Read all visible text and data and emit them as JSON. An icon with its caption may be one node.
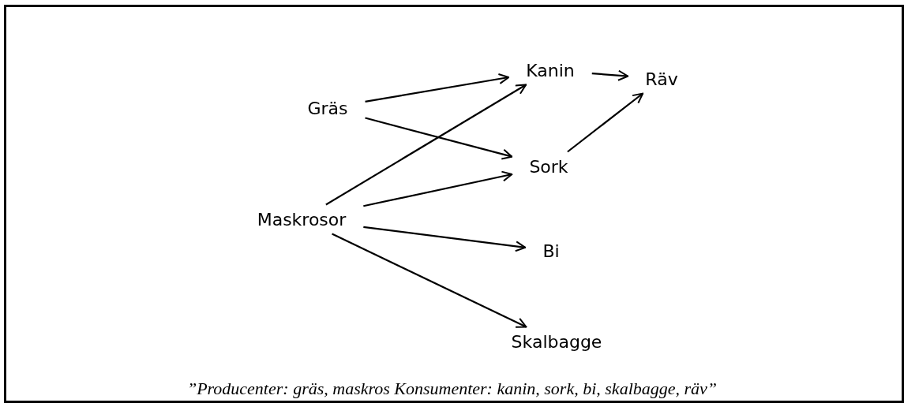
{
  "diagram": {
    "caption": "”Producenter: gräs, maskros Konsumenter: kanin, sork, bi, skalbagge, räv”",
    "nodes": [
      {
        "text": [
          "Gräs"
        ]
      },
      {
        "text": [
          "Kanin"
        ]
      },
      {
        "text": [
          "Räv"
        ]
      },
      {
        "text": [
          "Sork"
        ]
      },
      {
        "text": [
          "Maskrosor"
        ]
      },
      {
        "text": [
          "Bi"
        ]
      },
      {
        "text": [
          "Skalbagge"
        ]
      }
    ],
    "edges": [
      {
        "from": 0,
        "to": 1,
        "arrow": "to"
      },
      {
        "from": 0,
        "to": 3,
        "arrow": "to"
      },
      {
        "from": 4,
        "to": 1,
        "arrow": "to"
      },
      {
        "from": 4,
        "to": 3,
        "arrow": "to"
      },
      {
        "from": 4,
        "to": 5,
        "arrow": "to"
      },
      {
        "from": 4,
        "to": 6,
        "arrow": "to"
      },
      {
        "from": 1,
        "to": 2,
        "arrow": "to"
      },
      {
        "from": 3,
        "to": 2,
        "arrow": "to"
      }
    ]
  }
}
